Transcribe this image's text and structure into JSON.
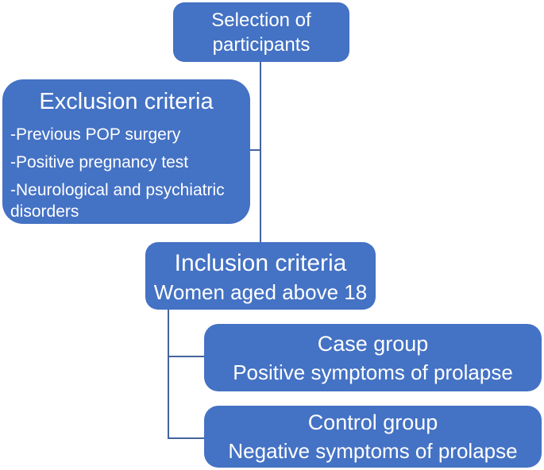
{
  "colors": {
    "background": "#FFFFFF",
    "box_fill": "#4472C4",
    "box_text": "#FFFFFF",
    "connector": "#44639C"
  },
  "nodes": {
    "selection": {
      "line1": "Selection of",
      "line2": "participants"
    },
    "exclusion": {
      "title": "Exclusion criteria",
      "items": [
        "-Previous POP surgery",
        "-Positive pregnancy test",
        "-Neurological and psychiatric disorders"
      ]
    },
    "inclusion": {
      "title": "Inclusion criteria",
      "subtitle": "Women aged above 18"
    },
    "case_group": {
      "title": "Case group",
      "subtitle": "Positive symptoms of prolapse"
    },
    "control_group": {
      "title": "Control group",
      "subtitle": "Negative symptoms of prolapse"
    }
  }
}
